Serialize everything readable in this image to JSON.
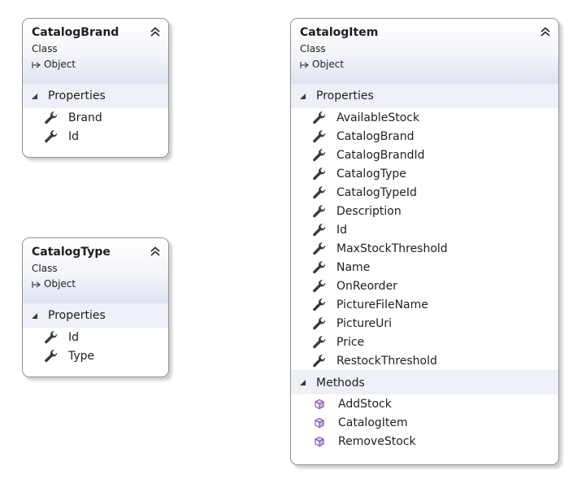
{
  "colors": {
    "header_gradient_top": "#ffffff",
    "header_gradient_bottom": "#dee3f1",
    "section_band": "#eef0f7",
    "border": "#8f8f8f",
    "wrench": "#3a3a3a",
    "method_icon": "#7a4fb5"
  },
  "classes": [
    {
      "name": "CatalogBrand",
      "kind": "Class",
      "base": "Object",
      "sections": [
        {
          "label": "Properties",
          "icon": "wrench-icon",
          "items": [
            "Brand",
            "Id"
          ]
        }
      ]
    },
    {
      "name": "CatalogType",
      "kind": "Class",
      "base": "Object",
      "sections": [
        {
          "label": "Properties",
          "icon": "wrench-icon",
          "items": [
            "Id",
            "Type"
          ]
        }
      ]
    },
    {
      "name": "CatalogItem",
      "kind": "Class",
      "base": "Object",
      "sections": [
        {
          "label": "Properties",
          "icon": "wrench-icon",
          "items": [
            "AvailableStock",
            "CatalogBrand",
            "CatalogBrandId",
            "CatalogType",
            "CatalogTypeId",
            "Description",
            "Id",
            "MaxStockThreshold",
            "Name",
            "OnReorder",
            "PictureFileName",
            "PictureUri",
            "Price",
            "RestockThreshold"
          ]
        },
        {
          "label": "Methods",
          "icon": "method-cube-icon",
          "items": [
            "AddStock",
            "CatalogItem",
            "RemoveStock"
          ]
        }
      ]
    }
  ]
}
